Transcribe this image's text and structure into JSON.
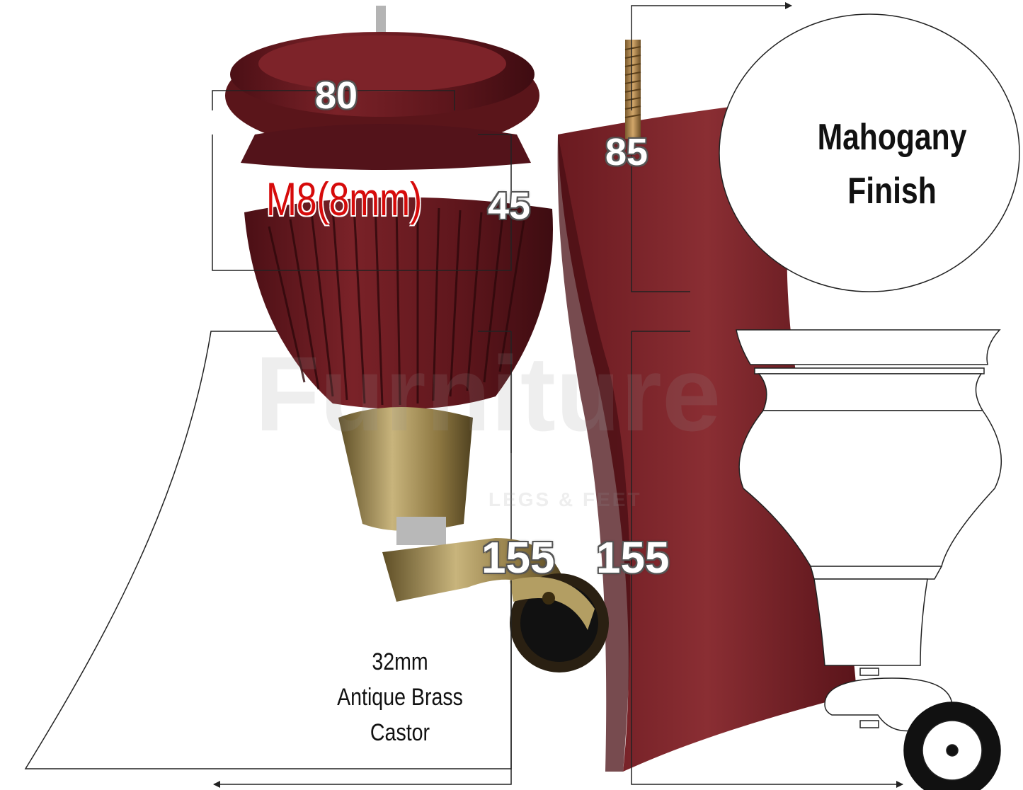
{
  "dimensions": {
    "top_width": "80",
    "top_height": "45",
    "leg_top_height": "85",
    "castor_height": "155",
    "leg_height": "155"
  },
  "thread": "M8(8mm)",
  "finish": {
    "line1": "Mahogany",
    "line2": "Finish"
  },
  "castor": {
    "line1": "32mm",
    "line2": "Antique Brass",
    "line3": "Castor"
  },
  "watermark": {
    "main": "Furniture",
    "sub": "LEGS & FEET"
  },
  "colors": {
    "mahogany": "#6b1a1f",
    "mahogany_dark": "#4a0f14",
    "brass": "#9a8550",
    "line": "#222222"
  }
}
